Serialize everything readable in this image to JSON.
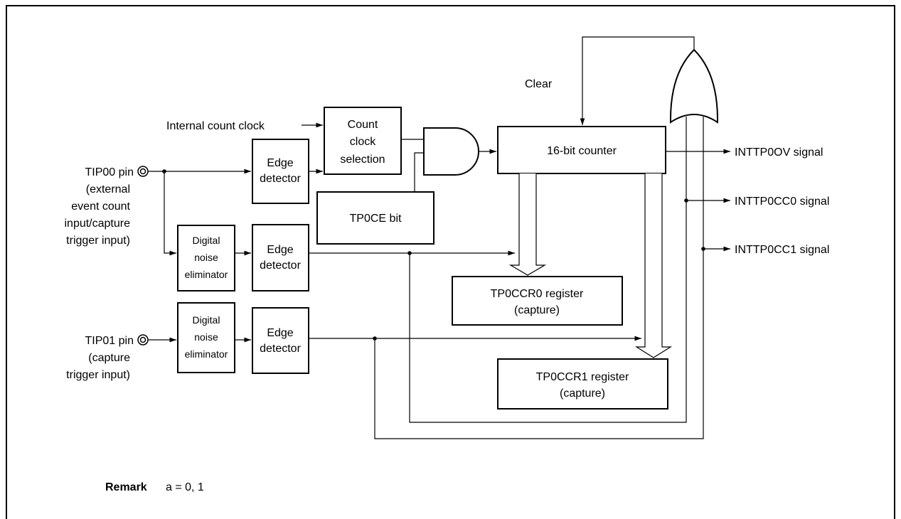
{
  "figure": {
    "labels": {
      "clear": "Clear",
      "internal_count_clock": "Internal count clock",
      "count_clock_selection": [
        "Count",
        "clock",
        "selection"
      ],
      "edge_detector": [
        "Edge",
        "detector"
      ],
      "digital_noise_eliminator": [
        "Digital",
        "noise",
        "eliminator"
      ],
      "tp0ce_bit": "TP0CE bit",
      "counter": "16-bit counter",
      "tp0ccr0": [
        "TP0CCR0 register",
        "(capture)"
      ],
      "tp0ccr1": [
        "TP0CCR1 register",
        "(capture)"
      ],
      "tip00": [
        "TIP00 pin",
        "(external",
        "event count",
        "input/capture",
        "trigger input)"
      ],
      "tip01": [
        "TIP01 pin",
        "(capture",
        "trigger input)"
      ],
      "inttp0ov": "INTTP0OV signal",
      "inttp0cc0": "INTTP0CC0 signal",
      "inttp0cc1": "INTTP0CC1 signal"
    },
    "remark": {
      "label": "Remark",
      "text": "a = 0, 1"
    }
  }
}
